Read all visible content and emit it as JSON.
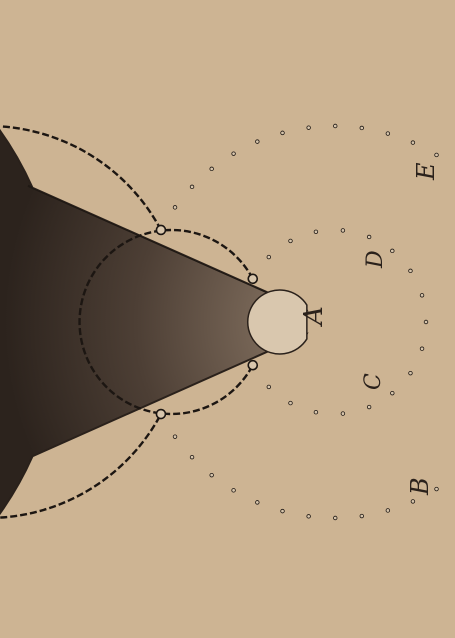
{
  "figure": {
    "point_labels": {
      "A": "A",
      "B": "B",
      "C": "C",
      "D": "D",
      "E": "E"
    }
  },
  "colors": {
    "paper": "#cdb493",
    "ink": "#2a211b",
    "ink_mid": "#4b3d32",
    "highlight": "#9f8c78",
    "stitch": "#1c1612"
  }
}
